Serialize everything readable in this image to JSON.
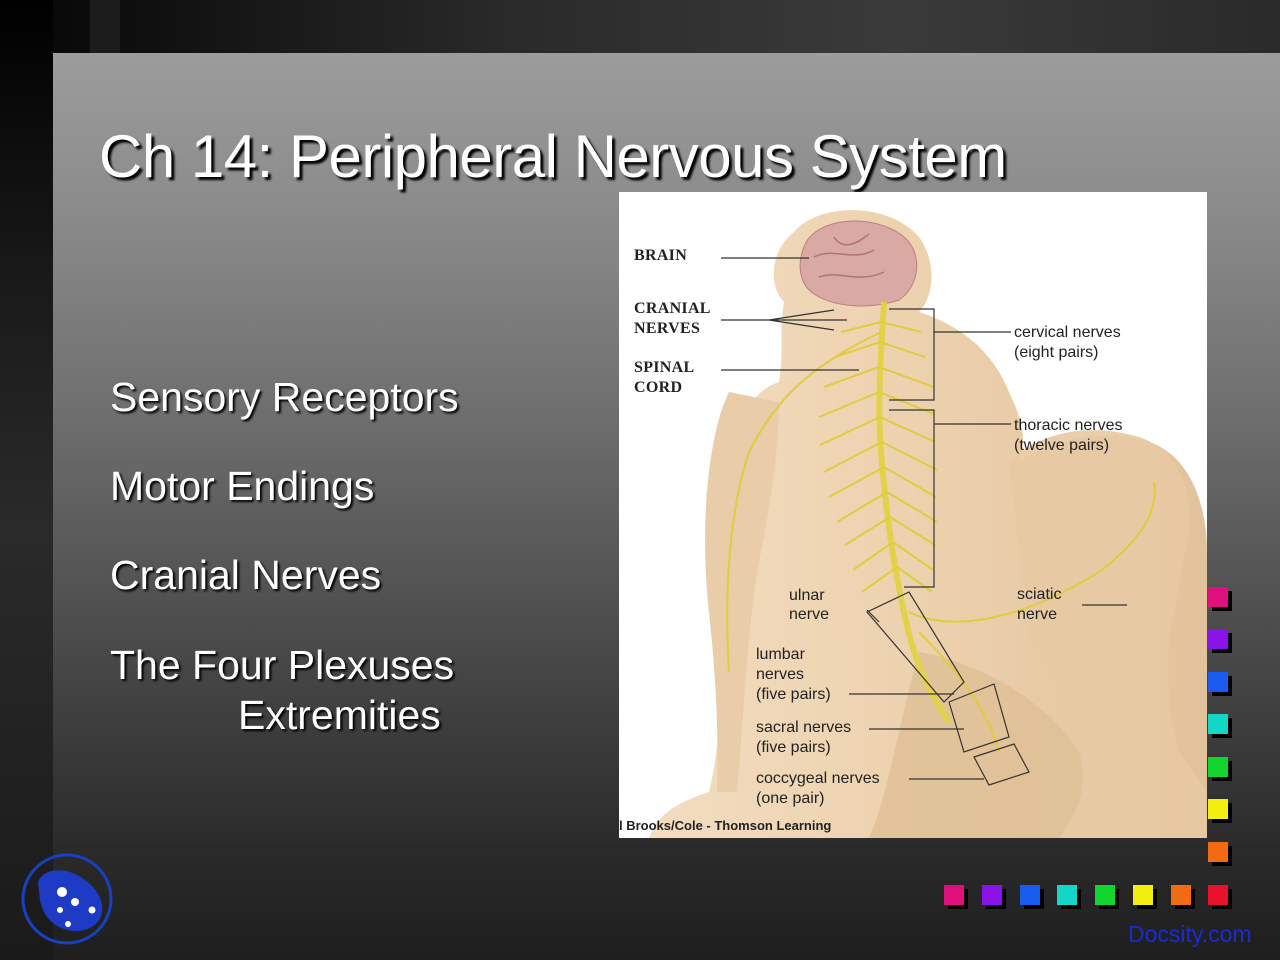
{
  "slide": {
    "title": "Ch 14: Peripheral Nervous System",
    "bullets": [
      "Sensory Receptors",
      "Motor Endings",
      "Cranial Nerves",
      "The Four Plexuses",
      "Extremities"
    ]
  },
  "figure": {
    "labels": {
      "brain": "BRAIN",
      "cranial_1": "CRANIAL",
      "cranial_2": "NERVES",
      "spinal_1": "SPINAL",
      "spinal_2": "CORD",
      "cervical_1": "cervical nerves",
      "cervical_2": "(eight pairs)",
      "thoracic_1": "thoracic nerves",
      "thoracic_2": "(twelve pairs)",
      "ulnar_1": "ulnar",
      "ulnar_2": "nerve",
      "sciatic_1": "sciatic",
      "sciatic_2": "nerve",
      "lumbar_1": "lumbar",
      "lumbar_2": "nerves",
      "lumbar_3": "(five pairs)",
      "sacral_1": "sacral nerves",
      "sacral_2": "(five pairs)",
      "coccygeal_1": "coccygeal nerves",
      "coccygeal_2": "(one pair)"
    },
    "credit": "l Brooks/Cole - Thomson Learning"
  },
  "decor": {
    "square_colors": [
      "#e0117f",
      "#8b12e8",
      "#1a5cf0",
      "#12d6c8",
      "#12d630",
      "#f2ee10",
      "#f26a12",
      "#e8122c"
    ]
  },
  "watermark": "Docsity.com"
}
